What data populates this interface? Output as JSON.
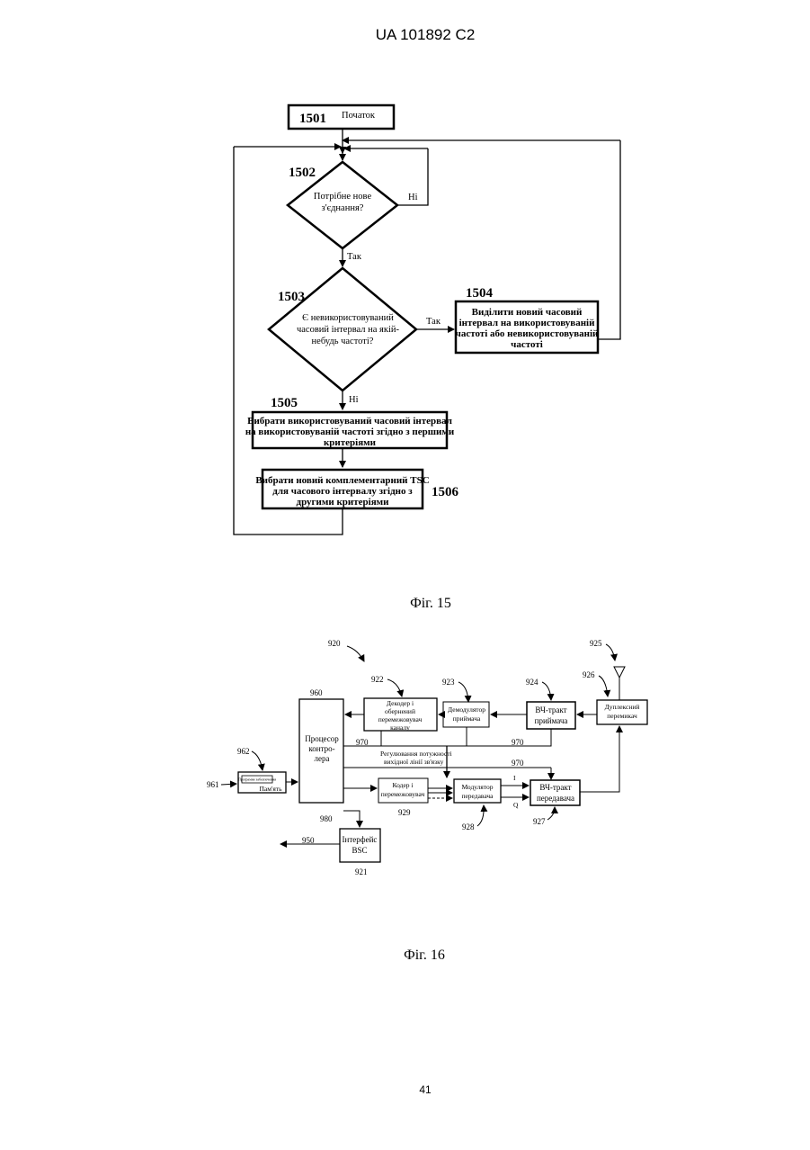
{
  "header": {
    "patent": "UA   101892   C2"
  },
  "fig15": {
    "caption": "Фіг. 15",
    "n1501": "1501",
    "start": "Початок",
    "n1502": "1502",
    "d1502_l1": "Потрібне нове",
    "d1502_l2": "з'єднання?",
    "no_1502": "Ні",
    "yes_1502": "Так",
    "n1503": "1503",
    "d1503_l1": "Є невикористовуваний",
    "d1503_l2": "часовий інтервал на якій-",
    "d1503_l3": "небудь частоті?",
    "yes_1503": "Так",
    "no_1503": "Ні",
    "n1504": "1504",
    "b1504_l1": "Виділити новий часовий",
    "b1504_l2": "інтервал на використовуваній",
    "b1504_l3": "частоті або невикористовуваній",
    "b1504_l4": "частоті",
    "n1505": "1505",
    "b1505_l1": "Вибрати використовуваний часовий інтервал",
    "b1505_l2": "на використовуваній частоті згідно з першими",
    "b1505_l3": "критеріями",
    "n1506": "1506",
    "b1506_l1": "Вибрати новий комплементарний TSC",
    "b1506_l2": "для часового інтервалу згідно з",
    "b1506_l3": "другими критеріями"
  },
  "fig16": {
    "caption": "Фіг. 16",
    "n920": "920",
    "n922": "922",
    "n923": "923",
    "n924": "924",
    "n925": "925",
    "n926": "926",
    "n960": "960",
    "n962": "962",
    "n961": "961",
    "n970a": "970",
    "n970b": "970",
    "n970c": "970",
    "n980": "980",
    "n929": "929",
    "n928": "928",
    "n927": "927",
    "n950": "950",
    "n921": "921",
    "decoder_l1": "Декодер і",
    "decoder_l2": "обернений",
    "decoder_l3": "перемежовувач",
    "decoder_l4": "каналу",
    "demod_l1": "Демодулятор",
    "demod_l2": "приймача",
    "rxrf_l1": "ВЧ-тракт",
    "rxrf_l2": "приймача",
    "duplex_l1": "Дуплексний",
    "duplex_l2": "перемикач",
    "cpu_l1": "Процесор",
    "cpu_l2": "контро-",
    "cpu_l3": "лера",
    "power_l1": "Регулювання потужності",
    "power_l2": "вихідної лінії зв'язку",
    "coder_l1": "Кодер і",
    "coder_l2": "перемежовувач",
    "mod_l1": "Модулятор",
    "mod_l2": "передавача",
    "txrf_l1": "ВЧ-тракт",
    "txrf_l2": "передавача",
    "i_label": "I",
    "q_label": "Q",
    "mem_label": "Пам'ять",
    "mem_inner": "Програмне забезпечення",
    "bsc_l1": "Інтерфейс",
    "bsc_l2": "BSC"
  },
  "footer": {
    "page_number": "41"
  }
}
